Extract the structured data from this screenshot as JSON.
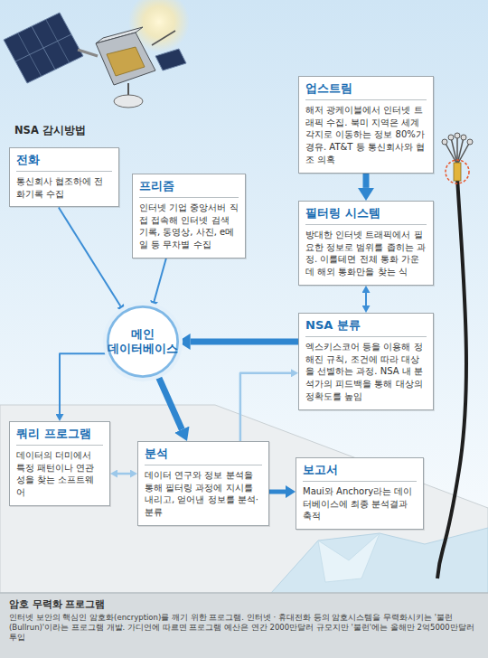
{
  "diagram": {
    "title": "NSA 감시방법",
    "nodes": [
      {
        "text": [
          "전화",
          "통신회사 협조하에 전화기록 수집"
        ]
      },
      {
        "text": [
          "프리즘",
          "인터넷 기업 중앙서버 직접 접속해 인터넷 검색 기록, 동영상, 사진, e메일 등 무차별 수집"
        ]
      },
      {
        "text": [
          "업스트림",
          "해저 광케이블에서 인터넷 트래픽 수집. 북미 지역은 세계 각지로 이동하는 정보 80%가 경유. AT&T 등 통신회사와 협조 의혹"
        ]
      },
      {
        "text": [
          "필터링 시스템",
          "방대한 인터넷 트래픽에서 필요한 정보로 범위를 좁히는 과정. 이를테면 전체 통화 가운데 해외 통화만을 찾는 식"
        ]
      },
      {
        "text": [
          "메인 데이터베이스"
        ]
      },
      {
        "text": [
          "NSA 분류",
          "엑스키스코어 등을 이용해 정해진 규칙, 조건에 따라 대상을 선별하는 과정. NSA 내 분석가의 피드백을 통해 대상의 정확도를 높임"
        ]
      },
      {
        "text": [
          "쿼리 프로그램",
          "데이터의 더미에서 특정 패턴이나 연관성을 찾는 소프트웨어"
        ]
      },
      {
        "text": [
          "분석",
          "데이터 연구와 정보 분석을 통해 필터링 과정에 지시를 내리고, 얻어낸 정보를 분석·분류"
        ]
      },
      {
        "text": [
          "보고서",
          "Maui와 Anchory라는 데이터베이스에 최종 분석결과 축적"
        ]
      },
      {
        "text": [
          "암호 무력화 프로그램",
          "인터넷 보안의 핵심인 암호화(encryption)를 깨기 위한 프로그램. 인터넷 · 휴대전화 등의 암호시스템을 무력화시키는 '불런(Bullrun)'이라는 프로그램 개발. 가디언에 따르면 프로그램 예산은 연간 2000만달러 규모지만 '불런'에는 올해만 2억5000만달러 투입"
        ]
      }
    ],
    "edges": [
      {
        "from": 0,
        "to": 4,
        "arrow": "to"
      },
      {
        "from": 1,
        "to": 4,
        "arrow": "to"
      },
      {
        "from": 2,
        "to": 3,
        "arrow": "to"
      },
      {
        "from": 3,
        "to": 5,
        "arrow": "both"
      },
      {
        "from": 5,
        "to": 4,
        "arrow": "to"
      },
      {
        "from": 4,
        "to": 7,
        "arrow": "to"
      },
      {
        "from": 4,
        "to": 6,
        "arrow": "to"
      },
      {
        "from": 6,
        "to": 7,
        "arrow": "both"
      },
      {
        "from": 7,
        "to": 8,
        "arrow": "to"
      },
      {
        "from": 7,
        "to": 5,
        "arrow": "to"
      }
    ]
  }
}
